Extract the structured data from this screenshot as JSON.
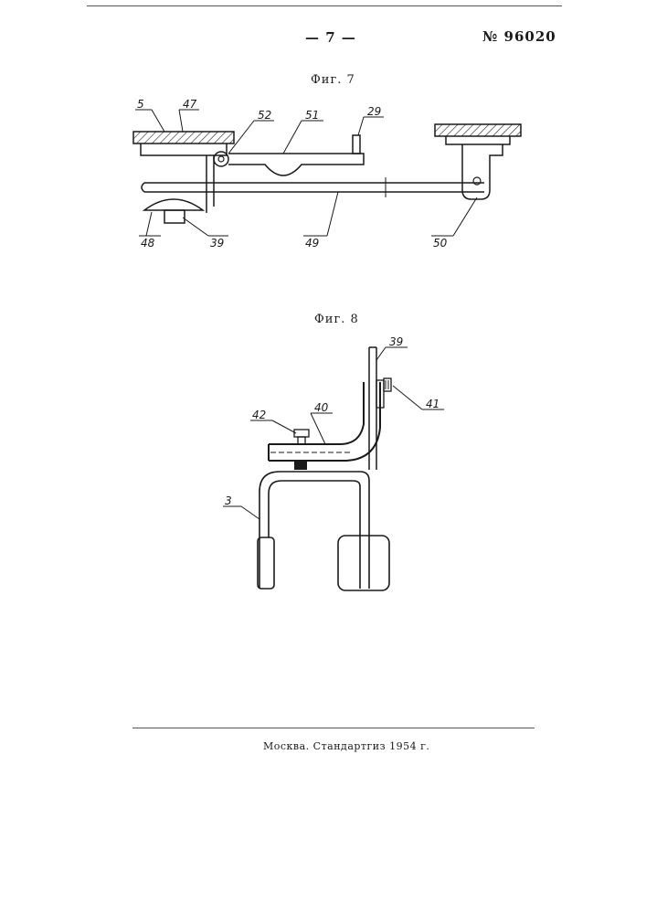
{
  "header": {
    "page_number": "— 7 —",
    "patent_number": "№ 96020"
  },
  "figures": [
    {
      "caption": "Фиг. 7",
      "labels": [
        "5",
        "47",
        "52",
        "51",
        "29",
        "48",
        "39",
        "49",
        "50"
      ]
    },
    {
      "caption": "Фиг. 8",
      "labels": [
        "39",
        "41",
        "42",
        "40",
        "3"
      ]
    }
  ],
  "footer": {
    "imprint": "Москва. Стандартгиз 1954 г."
  }
}
